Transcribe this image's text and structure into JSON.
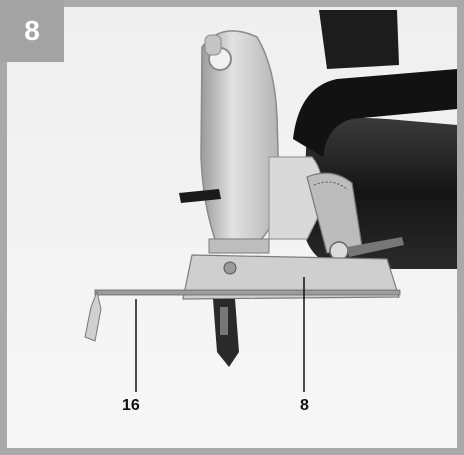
{
  "figure": {
    "number": "8",
    "callouts": [
      {
        "id": "16",
        "label": "16"
      },
      {
        "id": "8",
        "label": "8"
      }
    ]
  },
  "colors": {
    "frame": "#a9a9a9",
    "badge": "#a3a3a3",
    "tool_body": "#1d1d1d",
    "metal": "#c8c8c8"
  }
}
